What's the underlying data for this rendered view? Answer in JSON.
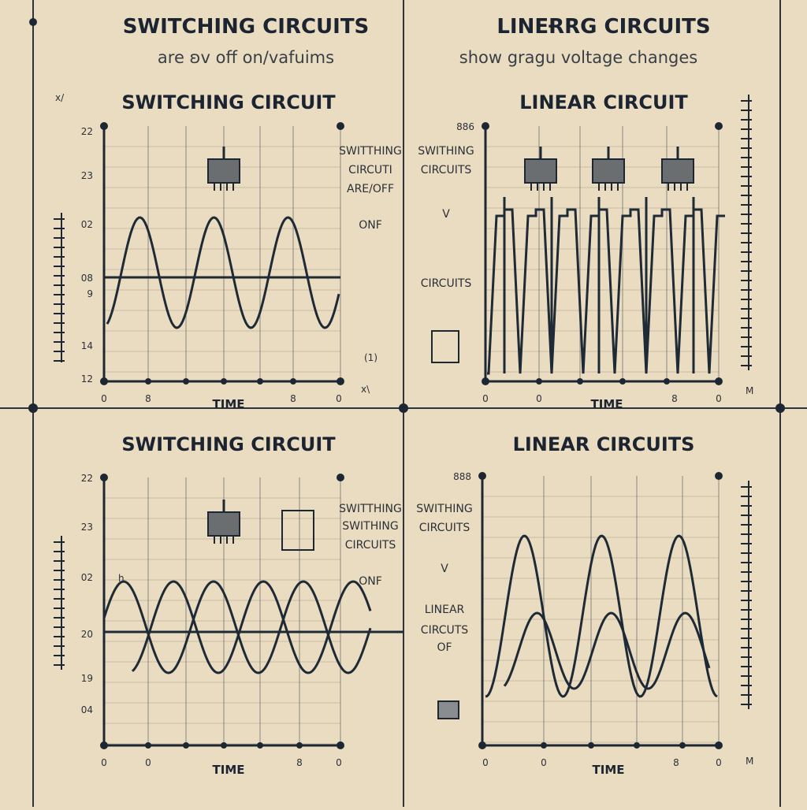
{
  "header": {
    "left_title": "SWITCHING CIRCUITS",
    "left_subtitle": "are ʚv off   on/vafuims",
    "right_title": "LINEɌRG CIRCUITS",
    "right_subtitle": "show gragu voltage changes"
  },
  "panels": [
    {
      "title": "SWITCHING CIRCUIT",
      "xlabel": "TIME",
      "y_ticks": [
        "22",
        "23",
        "02",
        "08",
        "9",
        "14",
        "12"
      ],
      "x_ticks": [
        "0",
        "8",
        "8",
        "0"
      ],
      "side_labels": [
        "SWITTHING",
        "CIRCUTI",
        "ARE/OFF",
        "ONF"
      ],
      "corner_marks": [
        "x/",
        "(1)",
        "x\\"
      ]
    },
    {
      "title": "LINEAR CIRCUIT",
      "xlabel": "TIME",
      "y_ticks": [
        "886"
      ],
      "x_ticks": [
        "0",
        "0",
        "8",
        "0"
      ],
      "side_labels": [
        "SWITHING",
        "CIRCUITS",
        "V",
        "CIRCUITS"
      ],
      "corner_marks": [
        "M"
      ]
    },
    {
      "title": "SWITCHING CIRCUIT",
      "xlabel": "TIME",
      "y_ticks": [
        "22",
        "23",
        "02",
        "20",
        "19",
        "04"
      ],
      "x_ticks": [
        "0",
        "0",
        "8",
        "0"
      ],
      "side_labels": [
        "SWITTHING",
        "SWITHING",
        "CIRCUITS",
        "ONF"
      ],
      "corner_marks": [
        "h"
      ]
    },
    {
      "title": "LINEAR CIRCUITS",
      "xlabel": "TIME",
      "y_ticks": [
        "888"
      ],
      "x_ticks": [
        "0",
        "0",
        "8",
        "0"
      ],
      "side_labels": [
        "SWITHING",
        "CIRCUITS",
        "V",
        "LINEAR",
        "CIRCUTS",
        "OF"
      ],
      "corner_marks": [
        "M"
      ]
    }
  ]
}
